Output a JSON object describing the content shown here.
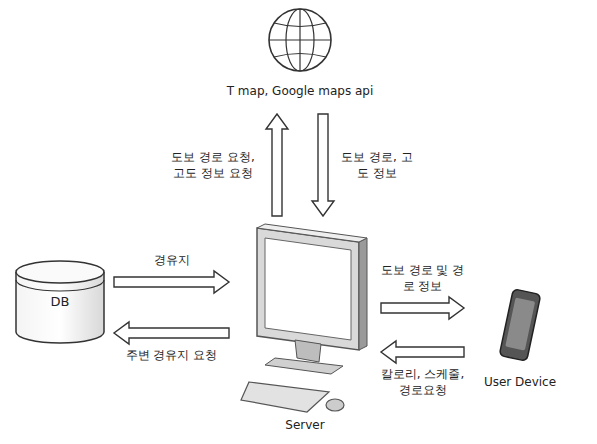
{
  "diagram": {
    "nodes": [
      {
        "text": [
          "T map, Google maps api"
        ]
      },
      {
        "text": [
          "DB"
        ]
      },
      {
        "text": [
          "Server"
        ]
      },
      {
        "text": [
          "User Device"
        ]
      }
    ],
    "edges": [
      {
        "from": 2,
        "to": 0,
        "arrow": "to",
        "label": "도보 경로 요청, 고도 정보 요청"
      },
      {
        "from": 0,
        "to": 2,
        "arrow": "to",
        "label": "도보 경로, 고도 정보"
      },
      {
        "from": 1,
        "to": 2,
        "arrow": "to",
        "label": "경유지"
      },
      {
        "from": 2,
        "to": 1,
        "arrow": "to",
        "label": "주변 경유지 요청"
      },
      {
        "from": 2,
        "to": 3,
        "arrow": "to",
        "label": "도보 경로 및 경로 정보"
      },
      {
        "from": 3,
        "to": 2,
        "arrow": "to",
        "label": "칼로리, 스케줄, 경로요청"
      }
    ]
  }
}
